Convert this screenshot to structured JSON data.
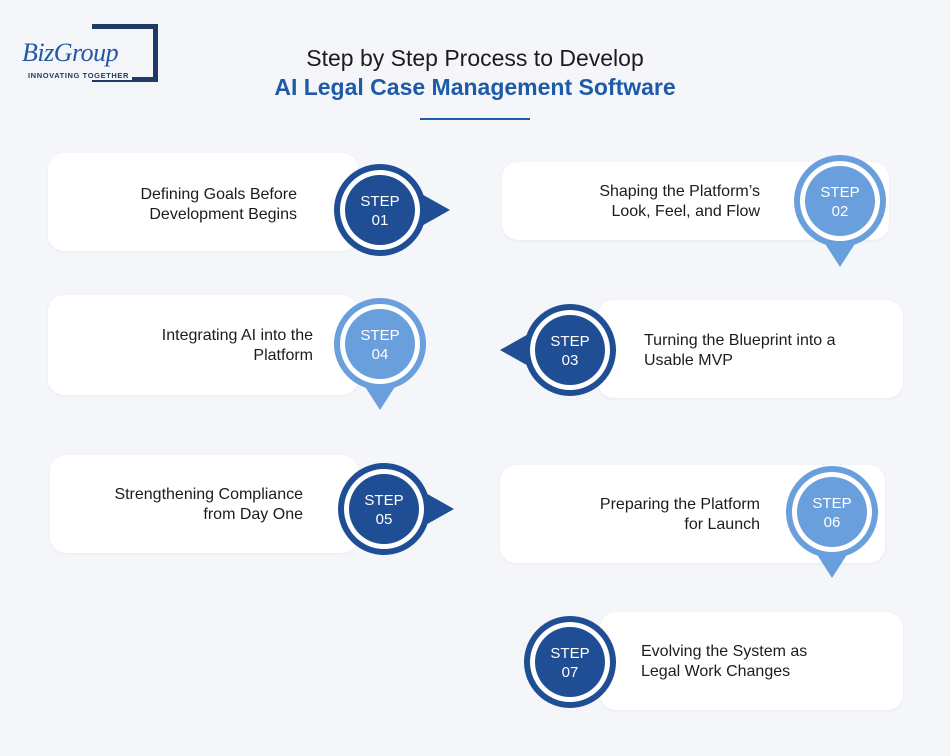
{
  "logo": {
    "word": "BizGroup",
    "tagline": "INNOVATING TOGETHER"
  },
  "title": {
    "line1": "Step by Step Process to Develop",
    "line2": "AI Legal Case Management Software"
  },
  "colors": {
    "dark_blue": "#1f4e94",
    "light_blue": "#6a9fdd",
    "title_blue": "#1f5aa8"
  },
  "steps": [
    {
      "step_label": "STEP",
      "number": "01",
      "line1": "Defining Goals Before",
      "line2": "Development Begins",
      "color": "dark",
      "arrow": "right"
    },
    {
      "step_label": "STEP",
      "number": "02",
      "line1": "Shaping the Platform’s",
      "line2": "Look, Feel, and Flow",
      "color": "light",
      "arrow": "down"
    },
    {
      "step_label": "STEP",
      "number": "03",
      "line1": "Turning the Blueprint into a",
      "line2": "Usable MVP",
      "color": "dark",
      "arrow": "left"
    },
    {
      "step_label": "STEP",
      "number": "04",
      "line1": "Integrating AI into the",
      "line2": "Platform",
      "color": "light",
      "arrow": "down"
    },
    {
      "step_label": "STEP",
      "number": "05",
      "line1": "Strengthening Compliance",
      "line2": "from Day One",
      "color": "dark",
      "arrow": "right"
    },
    {
      "step_label": "STEP",
      "number": "06",
      "line1": "Preparing the Platform",
      "line2": "for Launch",
      "color": "light",
      "arrow": "down"
    },
    {
      "step_label": "STEP",
      "number": "07",
      "line1": "Evolving the System as",
      "line2": "Legal Work Changes",
      "color": "dark",
      "arrow": "none"
    }
  ]
}
